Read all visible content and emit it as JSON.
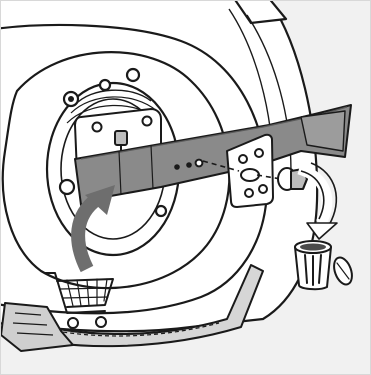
{
  "figure": {
    "subject": "mower-blade-replacement-illustration",
    "parts": [
      "mower-deck",
      "blade-mount-plate",
      "old-blade",
      "blade-retaining-plate",
      "blade-bolt-with-washer"
    ],
    "icons": [
      "shopping-cart-icon",
      "trash-can-icon"
    ],
    "colors": {
      "background": "#f1f1f1",
      "deck": "#ffffff",
      "outline": "#1a1a1a",
      "blade": "#8a8a8a",
      "arrow": "#6e6e6e"
    }
  }
}
